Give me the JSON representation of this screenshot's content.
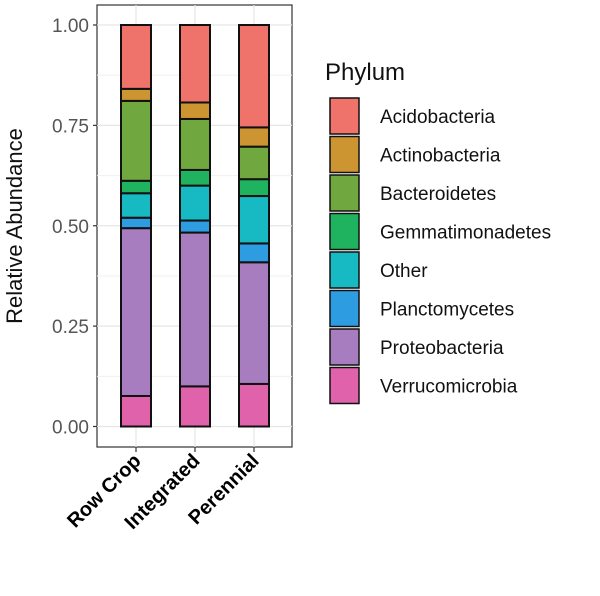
{
  "chart_data": {
    "type": "bar",
    "stacked": true,
    "title": "",
    "xlabel": "",
    "ylabel": "Relative Abundance",
    "ylim": [
      0,
      1
    ],
    "yticks": [
      "0.00",
      "0.25",
      "0.50",
      "0.75",
      "1.00"
    ],
    "grid": true,
    "categories": [
      "Row Crop",
      "Integrated",
      "Perennial"
    ],
    "legend": {
      "title": "Phylum",
      "placement": "right"
    },
    "series": [
      {
        "name": "Verrucomicrobia",
        "color": "#E062AA",
        "values": [
          0.076,
          0.1,
          0.106
        ]
      },
      {
        "name": "Proteobacteria",
        "color": "#A77DBF",
        "values": [
          0.418,
          0.383,
          0.303
        ]
      },
      {
        "name": "Planctomycetes",
        "color": "#2E9CE0",
        "values": [
          0.026,
          0.03,
          0.047
        ]
      },
      {
        "name": "Other",
        "color": "#17B9C3",
        "values": [
          0.061,
          0.087,
          0.118
        ]
      },
      {
        "name": "Gemmatimonadetes",
        "color": "#1FB25F",
        "values": [
          0.031,
          0.039,
          0.042
        ]
      },
      {
        "name": "Bacteroidetes",
        "color": "#70A83F",
        "values": [
          0.199,
          0.127,
          0.081
        ]
      },
      {
        "name": "Actinobacteria",
        "color": "#CC9531",
        "values": [
          0.03,
          0.041,
          0.048
        ]
      },
      {
        "name": "Acidobacteria",
        "color": "#F0736B",
        "values": [
          0.159,
          0.193,
          0.255
        ]
      }
    ]
  }
}
